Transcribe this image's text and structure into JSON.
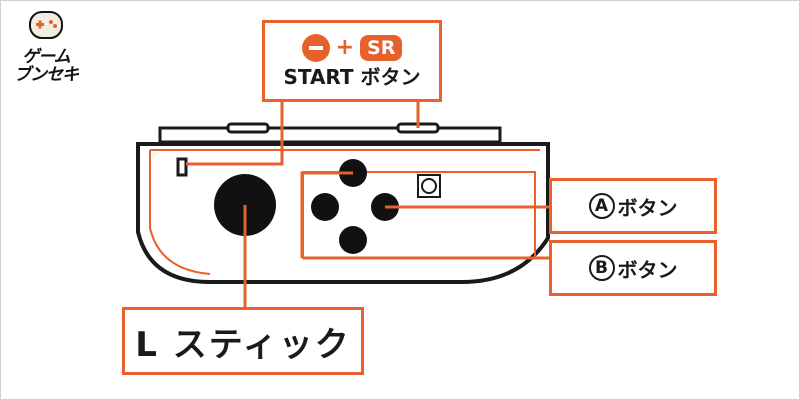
{
  "logo": {
    "line1": "ゲーム",
    "line2": "ブンセキ",
    "icon": "gamepad-icon"
  },
  "callouts": {
    "start": {
      "minus_icon": "minus-button-icon",
      "plus": "+",
      "sr": "SR",
      "label": "START ボタン"
    },
    "a_button": {
      "letter": "A",
      "label": "ボタン"
    },
    "b_button": {
      "letter": "B",
      "label": "ボタン"
    },
    "l_stick": {
      "label": "L スティック"
    }
  },
  "colors": {
    "accent": "#e8612c",
    "body_outline": "#1a1a1a",
    "background": "#ffffff"
  }
}
